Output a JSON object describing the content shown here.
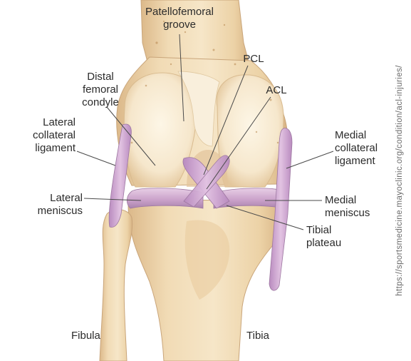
{
  "diagram": {
    "labels": {
      "patellofemoral_groove": [
        "Patellofemoral",
        "groove"
      ],
      "pcl": [
        "PCL"
      ],
      "acl": [
        "ACL"
      ],
      "distal_femoral_condyle": [
        "Distal",
        "femoral",
        "condyle"
      ],
      "lateral_collateral_ligament": [
        "Lateral",
        "collateral",
        "ligament"
      ],
      "medial_collateral_ligament": [
        "Medial",
        "collateral",
        "ligament"
      ],
      "lateral_meniscus": [
        "Lateral",
        "meniscus"
      ],
      "medial_meniscus": [
        "Medial",
        "meniscus"
      ],
      "tibial_plateau": [
        "Tibial",
        "plateau"
      ],
      "fibula": [
        "Fibula"
      ],
      "tibia": [
        "Tibia"
      ]
    },
    "source_url": "https://sportsmedicine.mayoclinic.org/condition/acl-injuries/"
  },
  "colors": {
    "bone_light": "#fbefd6",
    "bone_mid": "#efd6ae",
    "bone_shadow": "#d8b584",
    "cartilage": "#f6ead2",
    "ligament": "#cfa6cf",
    "ligament_dark": "#a97eb0",
    "leader_line": "#4a4a4a"
  }
}
